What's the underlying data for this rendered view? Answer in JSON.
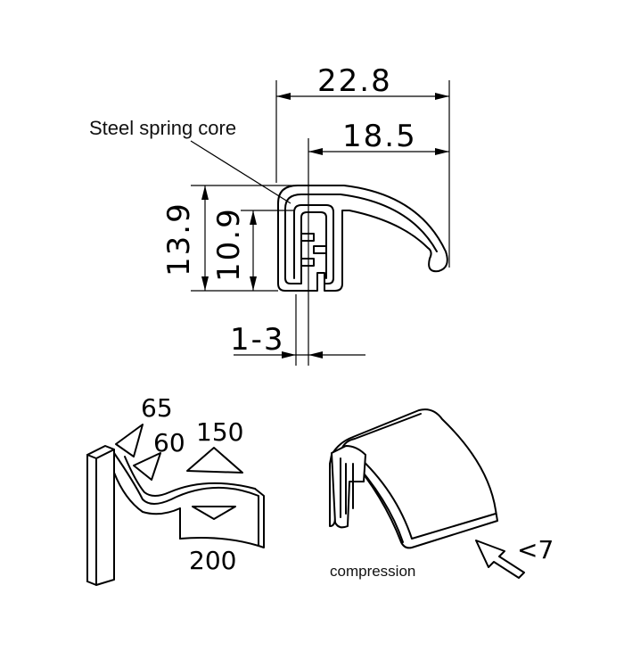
{
  "callout": {
    "label": "Steel spring core"
  },
  "dimensions": {
    "overall_width": "22.8",
    "lip_width": "18.5",
    "overall_height": "13.9",
    "inner_height": "10.9",
    "grip_range": "1-3"
  },
  "forces": {
    "f1": "65",
    "f2": "60",
    "f3": "150",
    "f4": "200",
    "f5": "<7"
  },
  "captions": {
    "compression": "compression"
  },
  "colors": {
    "ink": "#000000",
    "background": "#ffffff"
  }
}
